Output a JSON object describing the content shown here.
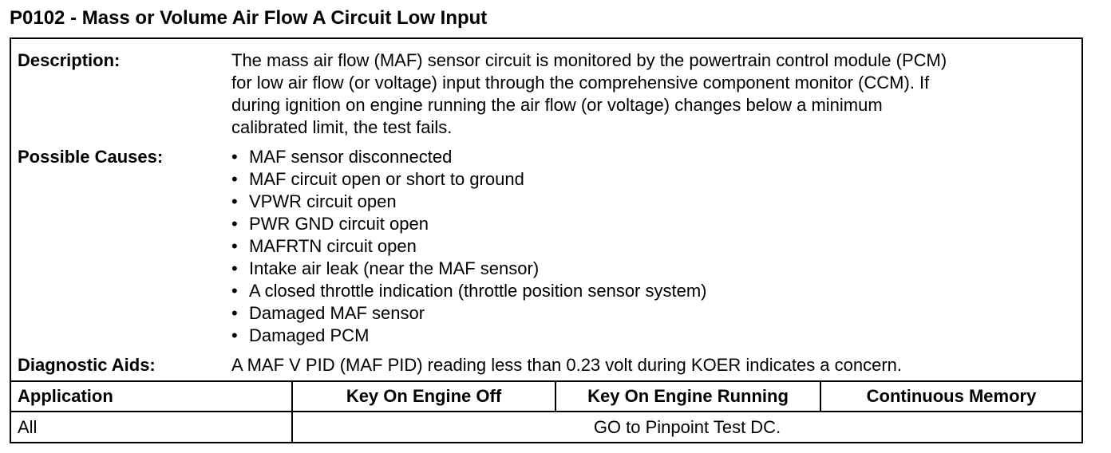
{
  "title": "P0102 - Mass or Volume Air Flow A Circuit Low Input",
  "description": {
    "label": "Description:",
    "lines": [
      "The mass air flow (MAF) sensor circuit is monitored by the powertrain control module (PCM)",
      "for low air flow (or voltage) input through the comprehensive component monitor (CCM). If",
      "during ignition on engine running the air flow (or voltage) changes below a minimum",
      "calibrated limit, the test fails."
    ]
  },
  "possible_causes": {
    "label": "Possible Causes:",
    "items": [
      "MAF sensor disconnected",
      "MAF circuit open or short to ground",
      "VPWR circuit open",
      "PWR GND circuit open",
      "MAFRTN circuit open",
      "Intake air leak (near the MAF sensor)",
      "A closed throttle indication (throttle position sensor system)",
      "Damaged MAF sensor",
      "Damaged PCM"
    ]
  },
  "diagnostic_aids": {
    "label": "Diagnostic Aids:",
    "text": "A MAF V PID (MAF PID) reading less than 0.23 volt during KOER indicates a concern."
  },
  "table": {
    "headers": [
      "Application",
      "Key On Engine Off",
      "Key On Engine Running",
      "Continuous Memory"
    ],
    "row": {
      "application": "All",
      "action": "GO to Pinpoint Test DC."
    }
  }
}
